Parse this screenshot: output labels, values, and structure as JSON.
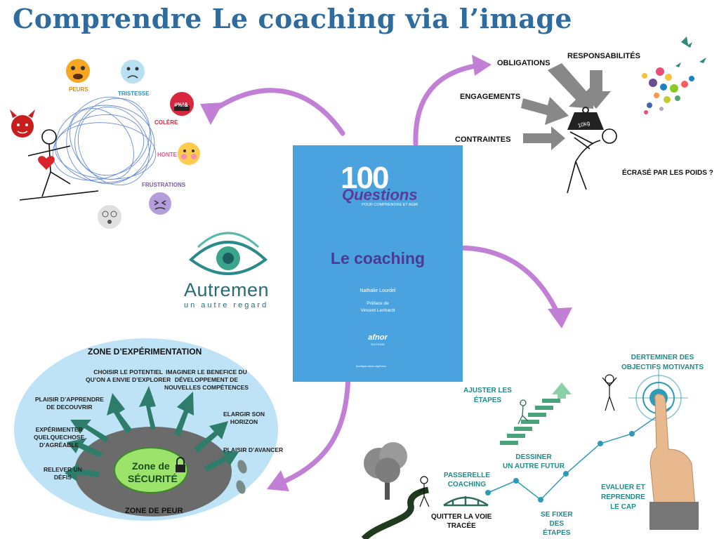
{
  "title": "Comprendre Le coaching via l’image",
  "emotions": {
    "peurs": "PEURS",
    "tristesse": "TRISTESSE",
    "colere": "COLÈRE",
    "colere_symbols": "#%!&",
    "honte": "HONTE",
    "frustrations": "FRUSTRATIONS"
  },
  "pressures": {
    "obligations": "OBLIGATIONS",
    "responsabilites": "RESPONSABILITÉS",
    "engagements": "ENGAGEMENTS",
    "contraintes": "CONTRAINTES",
    "weight": "10kg",
    "ecrase": "ÉCRASÉ PAR LES POIDS ?"
  },
  "book": {
    "hundred": "100",
    "questions": "Questions",
    "questions_sub": "POUR COMPRENDRE ET AGIR",
    "title": "Le coaching",
    "author": "Nathalie Lourdel",
    "preface_1": "Préface de",
    "preface_2": "Vincent Lenhardt",
    "publisher": "afnor",
    "publisher_sub": "EDITIONS",
    "url": "boutique.afnor.org/livres"
  },
  "logo": {
    "name": "Autremen",
    "tagline": "un autre regard"
  },
  "zones": {
    "experimentation": "ZONE D’EXPÉRIMENTATION",
    "peur": "ZONE DE PEUR",
    "securite_1": "Zone de",
    "securite_2": "SÉCURITÉ",
    "items": [
      {
        "l1": "CHOISIR LE POTENTIEL",
        "l2": "QU’ON A ENVIE D’EXPLORER",
        "l3": ""
      },
      {
        "l1": "IMAGINER LE BENEFICE DU",
        "l2": "DÉVELOPPEMENT DE",
        "l3": "NOUVELLES COMPÉTENCES"
      },
      {
        "l1": "PLAISIR D’APPRENDRE",
        "l2": "DE DECOUVRIR",
        "l3": ""
      },
      {
        "l1": "ELARGIR SON",
        "l2": "HORIZON",
        "l3": ""
      },
      {
        "l1": "EXPÉRIMENTER",
        "l2": "QUELQUECHOSE",
        "l3": "D’AGRÉABLE"
      },
      {
        "l1": "PLAISIR D’AVANCER",
        "l2": "",
        "l3": ""
      },
      {
        "l1": "RELEVER UN",
        "l2": "DÉFIS",
        "l3": ""
      }
    ]
  },
  "journey": {
    "passerelle_1": "PASSERELLE",
    "passerelle_2": "COACHING",
    "quitter_1": "QUITTER LA VOIE",
    "quitter_2": "TRACÉE",
    "ajuster_1": "AJUSTER LES",
    "ajuster_2": "ÉTAPES",
    "dessiner_1": "DESSINER",
    "dessiner_2": "UN AUTRE FUTUR",
    "fixer_1": "SE FIXER",
    "fixer_2": "DES",
    "fixer_3": "ÉTAPES",
    "evaluer_1": "EVALUER ET",
    "evaluer_2": "REPRENDRE",
    "evaluer_3": "LE CAP",
    "objectifs_1": "DERTEMINER DES",
    "objectifs_2": "OBJECTIFS MOTIVANTS"
  }
}
